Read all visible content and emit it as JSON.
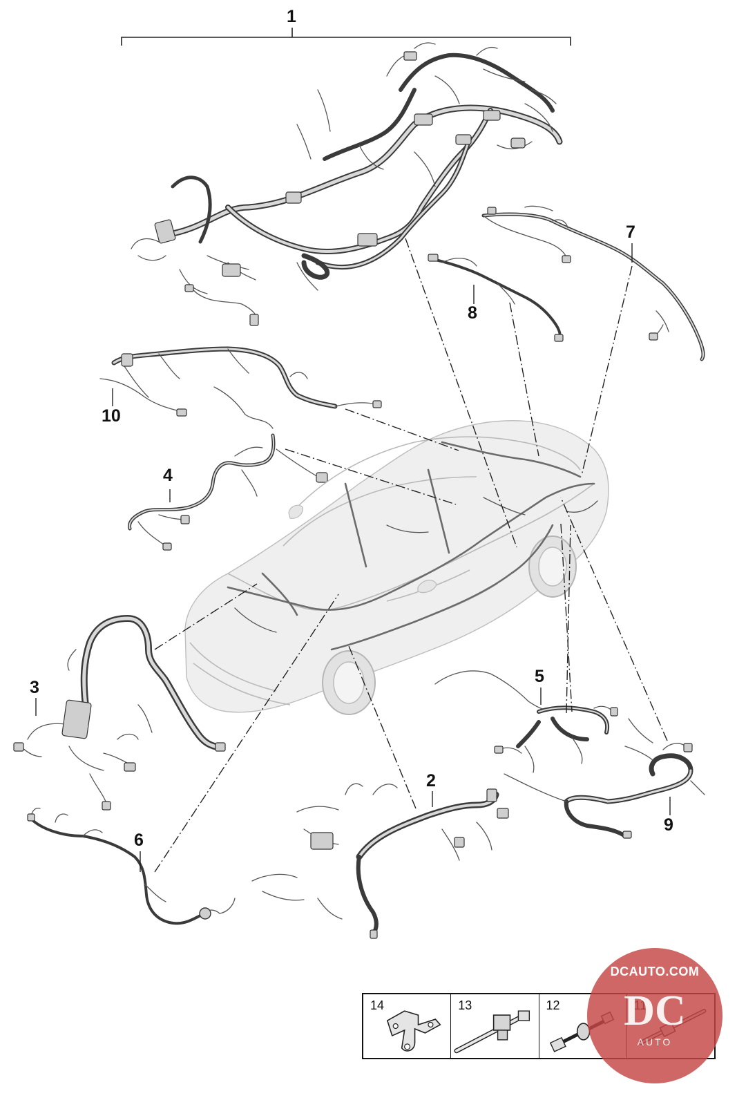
{
  "diagram": {
    "callouts": [
      {
        "id": "1",
        "label": "1"
      },
      {
        "id": "2",
        "label": "2"
      },
      {
        "id": "3",
        "label": "3"
      },
      {
        "id": "4",
        "label": "4"
      },
      {
        "id": "5",
        "label": "5"
      },
      {
        "id": "6",
        "label": "6"
      },
      {
        "id": "7",
        "label": "7"
      },
      {
        "id": "8",
        "label": "8"
      },
      {
        "id": "9",
        "label": "9"
      },
      {
        "id": "10",
        "label": "10"
      }
    ],
    "parts_box": [
      {
        "label": "14",
        "icon": "bracket-icon"
      },
      {
        "label": "13",
        "icon": "cable-tie-holder-icon"
      },
      {
        "label": "12",
        "icon": "connector-grommet-icon"
      },
      {
        "label": "11",
        "icon": "cable-tie-icon"
      }
    ]
  },
  "watermark": {
    "text": "DCAUTO.COM",
    "logo": "DC",
    "sub": "AUTO",
    "color": "#c44644"
  }
}
